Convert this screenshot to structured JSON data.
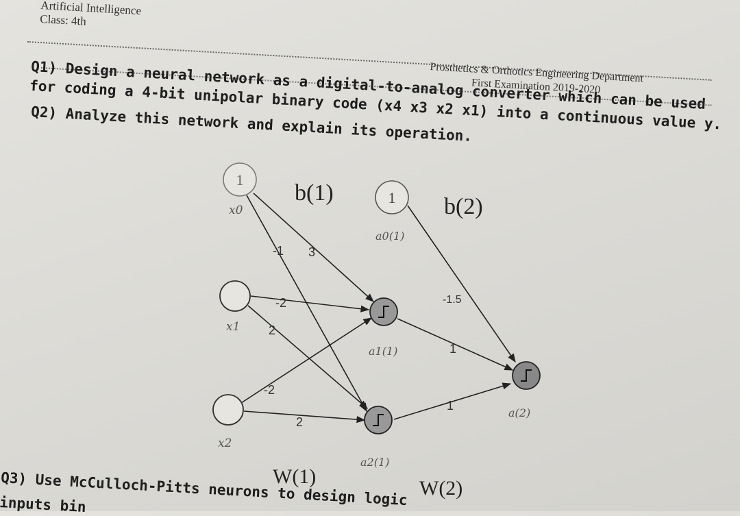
{
  "header": {
    "subject": "Artificial Intelligence",
    "class_label": "Class: 4th",
    "department": "Prosthetics & Orthotics Engineering Department",
    "exam": "First Examination 2019-2020"
  },
  "questions": {
    "q1_line1": "Q1) Design a neural network as a digital-to-analog converter which can be used",
    "q1_line2": "for coding a 4-bit unipolar binary code (x4 x3 x2 x1) into a continuous value y.",
    "q2": "Q2) Analyze this network and explain its operation.",
    "q3_line1": "Q3) Use McCulloch-Pitts neurons to design logic",
    "q3_line2": "inputs bin"
  },
  "network": {
    "bias_node_1": "1",
    "bias_node_2": "1",
    "x0": "x0",
    "x1": "x1",
    "x2": "x2",
    "a0_1": "a0(1)",
    "a1_1": "a1(1)",
    "a2_1": "a2(1)",
    "a_2": "a(2)",
    "b1": "b(1)",
    "b2": "b(2)",
    "W1": "W(1)",
    "W2": "W(2)",
    "weights": {
      "w_x0_a1": "3",
      "w_x0_a2": "-1",
      "w_x1_a1": "-2",
      "w_x1_a2": "2",
      "w_x2_a1": "-2",
      "w_x2_a2": "2",
      "w_b2_out": "-1.5",
      "w_a1_out": "1",
      "w_a2_out": "1"
    }
  }
}
